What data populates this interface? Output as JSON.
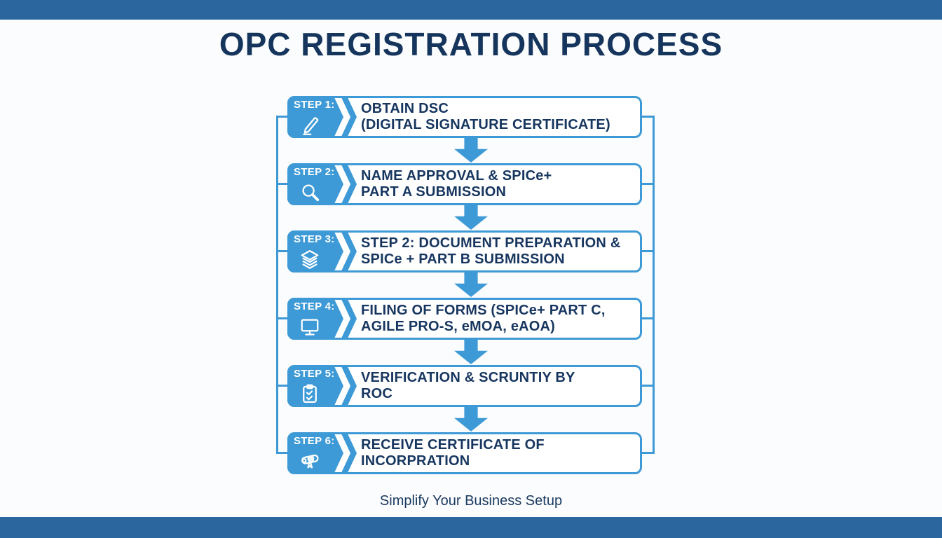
{
  "page": {
    "title": "OPC REGISTRATION PROCESS",
    "footer": "Simplify Your Business Setup"
  },
  "colors": {
    "band_blue": "#2b669f",
    "accent_blue": "#3e9ad6",
    "text_navy": "#17365f",
    "background": "#fbfcfd",
    "box_background": "#ffffff",
    "tag_text": "#ffffff"
  },
  "steps": [
    {
      "label": "STEP 1:",
      "icon": "pencil-icon",
      "line1": "OBTAIN DSC",
      "line2": "(DIGITAL SIGNATURE CERTIFICATE)"
    },
    {
      "label": "STEP 2:",
      "icon": "magnifier-icon",
      "line1": "NAME APPROVAL & SPICe+",
      "line2": "PART A SUBMISSION"
    },
    {
      "label": "STEP 3:",
      "icon": "layers-icon",
      "line1": "STEP 2: DOCUMENT PREPARATION &",
      "line2": "SPICe + PART B SUBMISSION"
    },
    {
      "label": "STEP 4:",
      "icon": "monitor-icon",
      "line1": "FILING OF FORMS (SPICe+ PART C,",
      "line2": "AGILE PRO-S, eMOA, eAOA)"
    },
    {
      "label": "STEP 5:",
      "icon": "clipboard-icon",
      "line1": "VERIFICATION & SCRUNTIY BY",
      "line2": "ROC"
    },
    {
      "label": "STEP 6:",
      "icon": "certificate-icon",
      "line1": "RECEIVE CERTIFICATE OF",
      "line2": "INCORPRATION"
    }
  ]
}
